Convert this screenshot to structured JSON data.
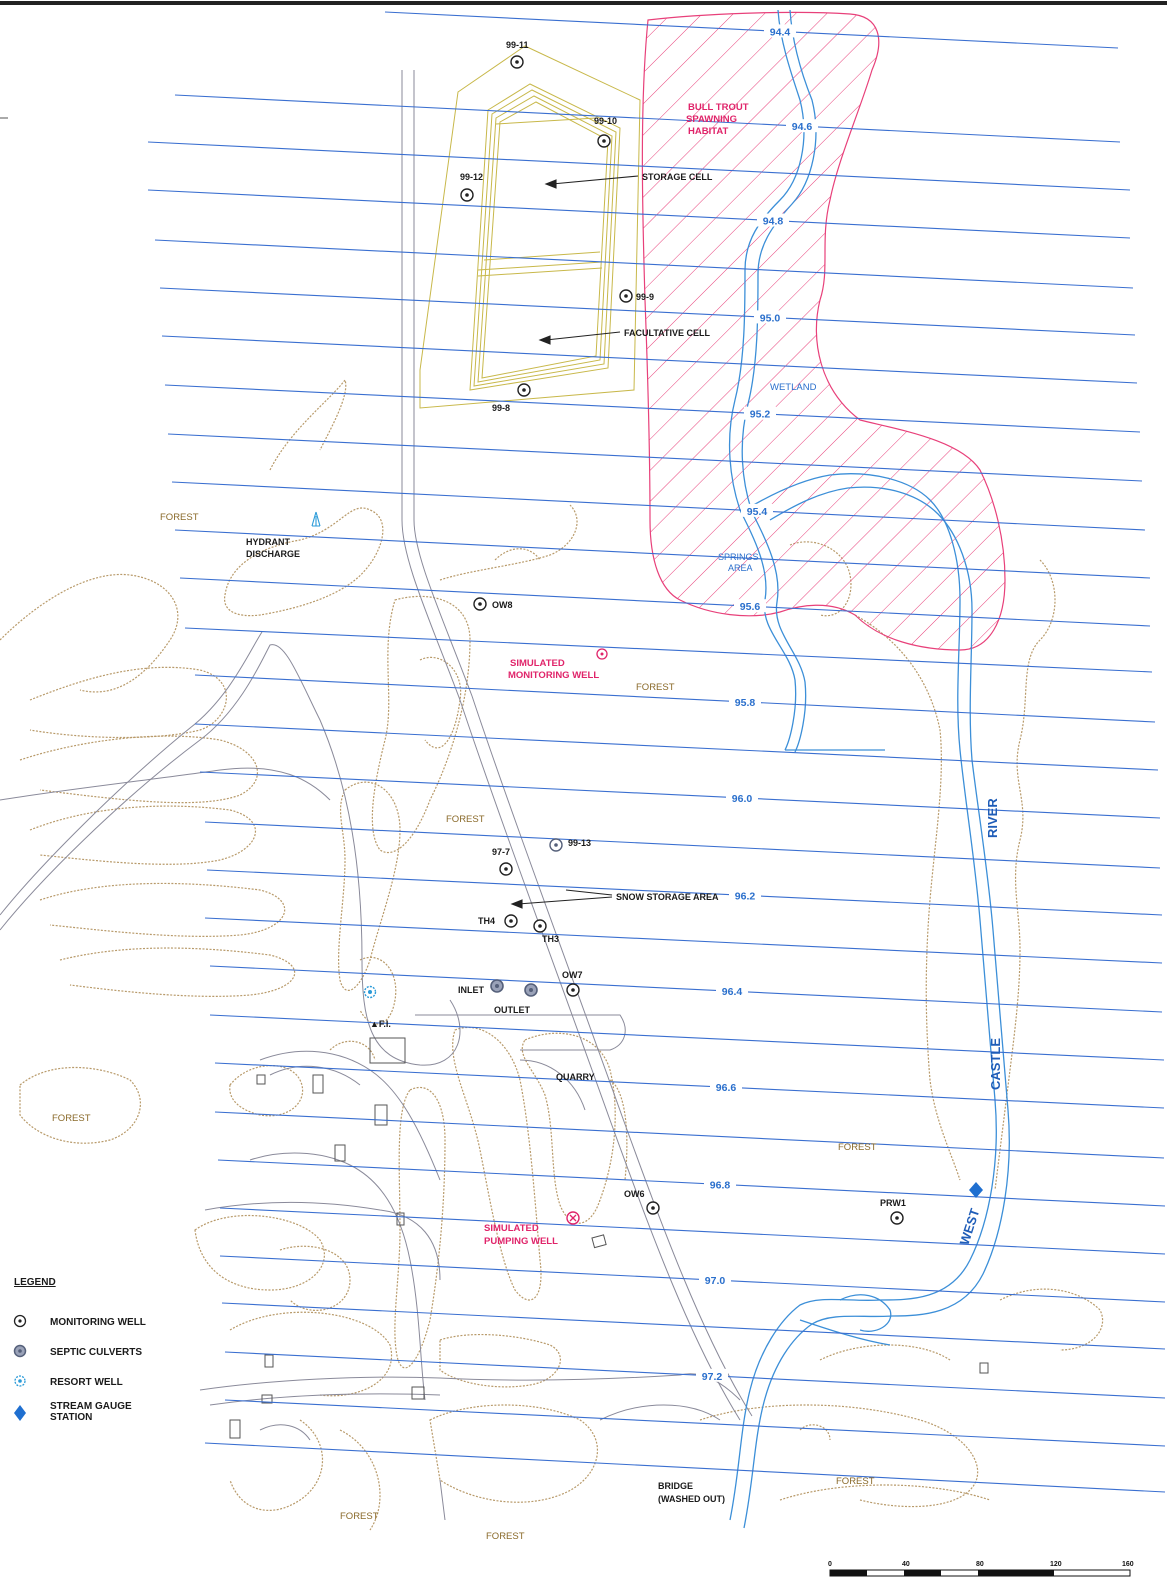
{
  "colors": {
    "contour": "#3a6fd0",
    "river": "#3c8fd8",
    "habitat": "#e8407a",
    "topo": "#b89a6a",
    "pond": "#c8b84a",
    "road": "#8a8a9a",
    "well": "#222222",
    "culvert": "#55607a",
    "resort_well": "#2a9ad8",
    "gauge": "#1f6fd0"
  },
  "contours": [
    {
      "label": "94.4"
    },
    {
      "label": "94.6"
    },
    {
      "label": "94.8"
    },
    {
      "label": "95.0"
    },
    {
      "label": "95.2"
    },
    {
      "label": "95.4"
    },
    {
      "label": "95.6"
    },
    {
      "label": "95.8"
    },
    {
      "label": "96.0"
    },
    {
      "label": "96.2"
    },
    {
      "label": "96.4"
    },
    {
      "label": "96.6"
    },
    {
      "label": "96.8"
    },
    {
      "label": "97.0"
    },
    {
      "label": "97.2"
    }
  ],
  "wells": {
    "w99_11": "99-11",
    "w99_10": "99-10",
    "w99_12": "99-12",
    "w99_9": "99-9",
    "w99_8": "99-8",
    "ow8": "OW8",
    "w99_13": "99-13",
    "w97_7": "97-7",
    "th4": "TH4",
    "th3": "TH3",
    "ow7": "OW7",
    "ow6": "OW6",
    "prw1": "PRW1"
  },
  "labels": {
    "bull_trout": [
      "BULL TROUT",
      "SPAWNING",
      "HABITAT"
    ],
    "storage_cell": "STORAGE CELL",
    "facultative_cell": "FACULTATIVE CELL",
    "wetland": "WETLAND",
    "springs_area": [
      "SPRINGS",
      "AREA"
    ],
    "hydrant_discharge": [
      "HYDRANT",
      "DISCHARGE"
    ],
    "simulated_monitoring": [
      "SIMULATED",
      "MONITORING WELL"
    ],
    "simulated_pumping": [
      "SIMULATED",
      "PUMPING WELL"
    ],
    "snow_storage": "SNOW STORAGE AREA",
    "inlet": "INLET",
    "outlet": "OUTLET",
    "fi": "▲F.I.",
    "quarry": "QUARRY",
    "bridge": [
      "BRIDGE",
      "(WASHED OUT)"
    ],
    "forest": "FOREST",
    "river_parts": [
      "WEST",
      "CASTLE",
      "RIVER"
    ]
  },
  "legend": {
    "title": "LEGEND",
    "items": [
      {
        "icon": "monitoring-well-icon",
        "label": "MONITORING WELL"
      },
      {
        "icon": "septic-culvert-icon",
        "label": "SEPTIC CULVERTS"
      },
      {
        "icon": "resort-well-icon",
        "label": "RESORT WELL"
      },
      {
        "icon": "stream-gauge-icon",
        "label": "STREAM GAUGE",
        "label2": "STATION"
      }
    ]
  },
  "scale_bar": {
    "ticks": [
      "0",
      "40",
      "80",
      "120",
      "160"
    ]
  }
}
